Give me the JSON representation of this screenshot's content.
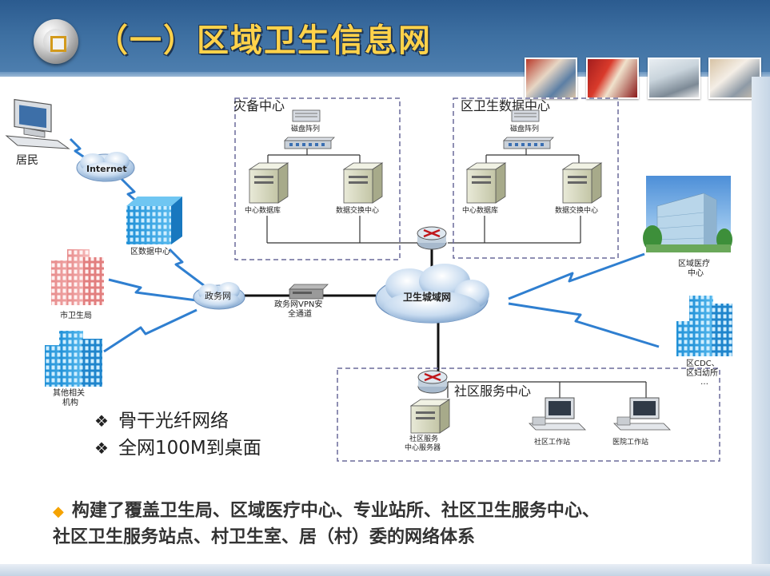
{
  "header": {
    "title": "（一）区域卫生信息网",
    "accent_color": "#ffd24a",
    "background_color": "#3d6fa1",
    "bullet_icon": "square-in-ball-icon"
  },
  "photos": [
    {
      "name": "building-event-photo"
    },
    {
      "name": "ceremony-photo"
    },
    {
      "name": "ambulance-photo"
    },
    {
      "name": "medical-staff-photo"
    }
  ],
  "diagram": {
    "resident": "居民",
    "internet": "Internet",
    "district_data_center": "区数据中心",
    "city_health_bureau": "市卫生局",
    "other_institutions_1": "其他相关",
    "other_institutions_2": "机构",
    "gov_network": "政务网",
    "vpn_1": "政务网VPN安",
    "vpn_2": "全通道",
    "health_wan": "卫生城域网",
    "disaster_center": {
      "title": "灾备中心",
      "disk_array": "磁盘阵列",
      "central_db": "中心数据库",
      "exchange_center": "数据交换中心"
    },
    "district_data_hub": {
      "title": "区卫生数据中心",
      "disk_array": "磁盘阵列",
      "central_db": "中心数据库",
      "exchange_center": "数据交换中心"
    },
    "regional_medical_1": "区域医疗",
    "regional_medical_2": "中心",
    "cdc_1": "区CDC、",
    "cdc_2": "区妇幼所",
    "cdc_3": "…",
    "community_center": {
      "title": "社区服务中心",
      "server_1": "社区服务",
      "server_2": "中心服务器",
      "workstation": "社区工作站",
      "hospital_workstation": "医院工作站"
    }
  },
  "bullets": [
    {
      "mark": "❖",
      "text": "骨干光纤网络"
    },
    {
      "mark": "❖",
      "text": "全网100M到桌面"
    }
  ],
  "summary": {
    "mark": "◆",
    "line1": "构建了覆盖卫生局、区域医疗中心、专业站所、社区卫生服务中心、",
    "line2": "社区卫生服务站点、村卫生室、居（村）委的网络体系"
  }
}
